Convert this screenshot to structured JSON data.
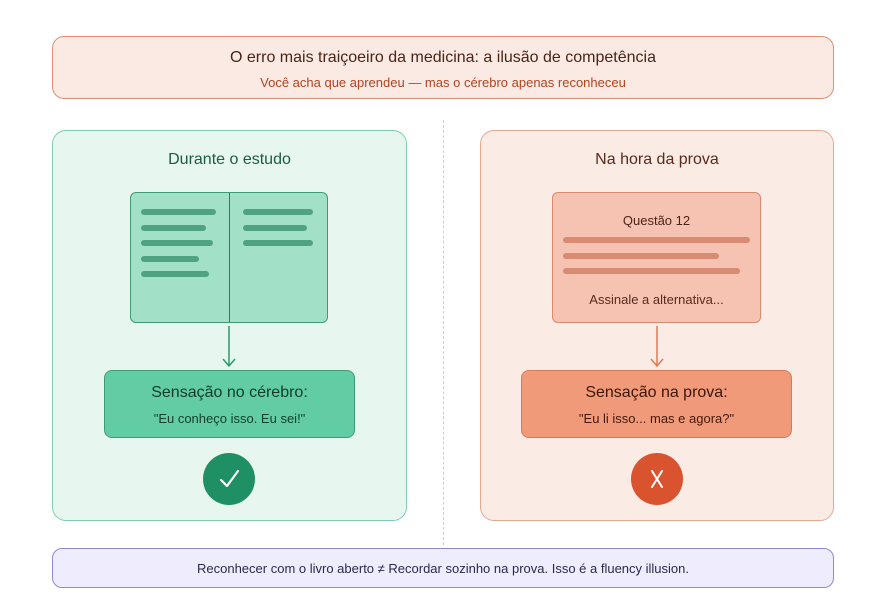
{
  "header": {
    "title": "O erro mais traiçoeiro da medicina: a ilusão de competência",
    "subtitle": "Você acha que aprendeu — mas o cérebro apenas reconheceu"
  },
  "left_panel": {
    "title": "Durante o estudo",
    "illustration": "open-book",
    "sensation_title": "Sensação no cérebro:",
    "sensation_quote": "\"Eu conheço isso. Eu sei!\"",
    "result_icon": "check-icon",
    "accent_color": "#1f8f64"
  },
  "right_panel": {
    "title": "Na hora da prova",
    "question_title": "Questão 12",
    "question_footer": "Assinale a alternativa...",
    "sensation_title": "Sensação na prova:",
    "sensation_quote": "\"Eu li isso... mas e agora?\"",
    "result_icon": "x-icon",
    "accent_color": "#d9542e"
  },
  "footer": {
    "text": "Reconhecer com o livro aberto ≠ Recordar sozinho na prova. Isso é a fluency illusion."
  }
}
